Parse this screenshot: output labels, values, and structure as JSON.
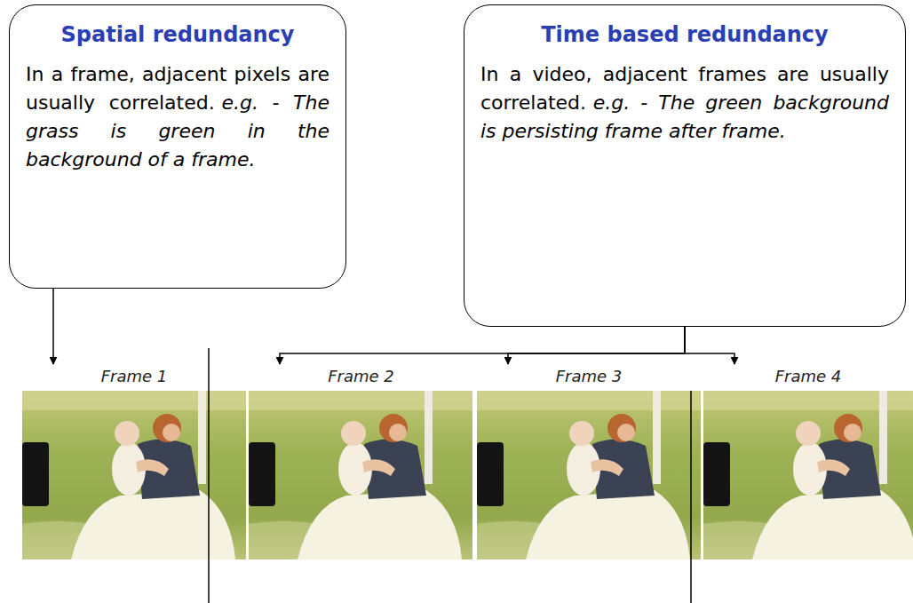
{
  "diagram": {
    "nodes": [
      {
        "text": [
          "Spatial redundancy",
          "In a frame, adjacent pixels are usually correlated.",
          "e.g. - The grass is green in the background of a frame."
        ]
      },
      {
        "text": [
          "Time based redundancy",
          "In a video, adjacent frames are usually correlated.",
          "e.g. - The green background is persisting frame after frame."
        ]
      },
      {
        "text": [
          "Frame 1"
        ]
      },
      {
        "text": [
          "Frame 2"
        ]
      },
      {
        "text": [
          "Frame 3"
        ]
      },
      {
        "text": [
          "Frame 4"
        ]
      }
    ],
    "edges": [
      {
        "from": 0,
        "to": 2,
        "arrow": "to"
      },
      {
        "from": 1,
        "to": 3,
        "arrow": "to"
      },
      {
        "from": 1,
        "to": 4,
        "arrow": "to"
      },
      {
        "from": 1,
        "to": 5,
        "arrow": "to"
      }
    ]
  }
}
